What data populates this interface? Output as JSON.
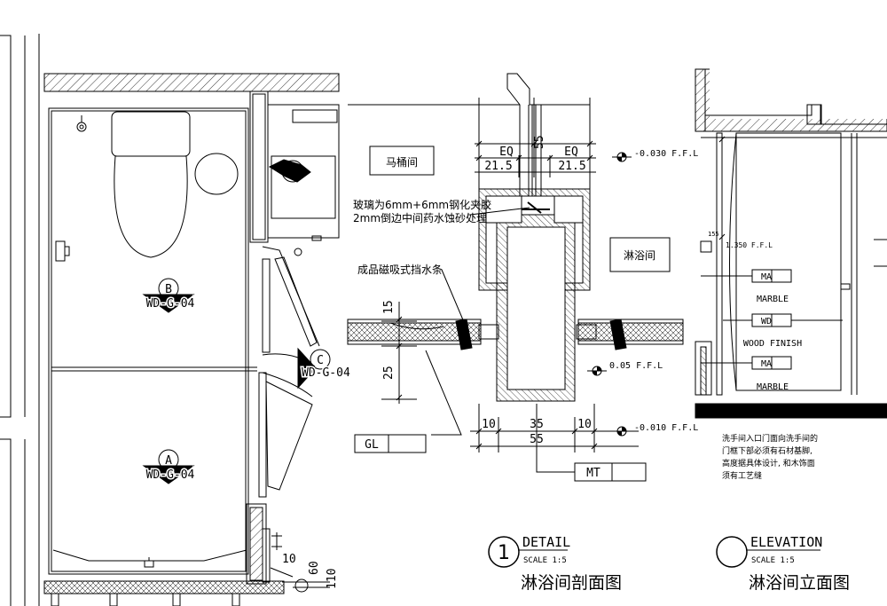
{
  "plan": {
    "tag_b": {
      "letter": "B",
      "code": "WD-G-04"
    },
    "tag_a": {
      "letter": "A",
      "code": "WD-G-04"
    },
    "tag_c": {
      "letter": "C",
      "code": "WD-G-04"
    },
    "dim_10": "10",
    "dim_60": "60",
    "dim_110": "110"
  },
  "detail": {
    "room_left": "马桶间",
    "room_right": "淋浴间",
    "note_glass_1": "玻璃为6mm+6mm钢化夹胶",
    "note_glass_2": "2mm倒边中间药水蚀砂处理",
    "note_strip": "成品磁吸式挡水条",
    "dim_eq_left": "EQ",
    "dim_eq_right": "EQ",
    "dim_21_left": "21.5",
    "dim_21_right": "21.5",
    "dim_55_top": "55",
    "dim_15": "15",
    "dim_25": "25",
    "dim_10_left": "10",
    "dim_35": "35",
    "dim_10_right": "10",
    "dim_55_bottom": "55",
    "level_top": "-0.030  F.F.L",
    "level_mid": "0.05  F.F.L",
    "level_bottom": "-0.010  F.F.L",
    "tag_gl": "GL",
    "tag_mt": "MT",
    "title_number": "1",
    "title_word": "DETAIL",
    "title_scale": "SCALE  1:5",
    "title_cn": "淋浴间剖面图"
  },
  "elevation": {
    "dim_155": "155",
    "level": "1.350  F.F.L",
    "tag_ma_1": "MA",
    "label_marble_1": "MARBLE",
    "tag_wd": "WD",
    "label_wood": "WOOD  FINISH",
    "tag_ma_2": "MA",
    "label_marble_2": "MARBLE",
    "note_1": "洗手间入口门面向洗手间的",
    "note_2": "门框下部必须有石材基脚,",
    "note_3": "高度据具体设计, 和木饰面",
    "note_4": "须有工艺缝",
    "title_word": "ELEVATION",
    "title_scale": "SCALE  1:5",
    "title_cn": "淋浴间立面图"
  }
}
